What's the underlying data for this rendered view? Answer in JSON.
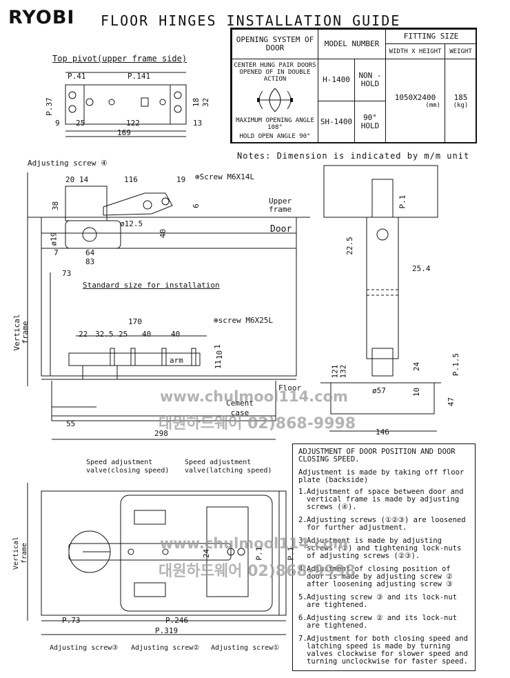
{
  "brand": "RYOBI",
  "title": "FLOOR HINGES INSTALLATION GUIDE",
  "spec_table": {
    "headers": {
      "opening_system": "OPENING SYSTEM OF DOOR",
      "model_number": "MODEL NUMBER",
      "fitting_size": "FITTING SIZE",
      "width_height": "WIDTH X HEIGHT",
      "weight": "WEIGHT"
    },
    "opening_desc": "CENTER HUNG PAIR DOORS OPENED OF IN DOUBLE ACTION",
    "max_angle": "MAXIMUM OPENING ANGLE 108°",
    "hold_angle": "HOLD OPEN ANGLE 90°",
    "rows": [
      {
        "model": "H-1400",
        "type": "NON -HOLD"
      },
      {
        "model": "SH-1400",
        "type": "90° HOLD"
      }
    ],
    "size": "1050X2400",
    "size_unit": "(mm)",
    "weight": "185",
    "weight_unit": "(kg)"
  },
  "notes": "Notes: Dimension is indicated by m/m unit",
  "top_pivot": {
    "title": "Top pivot(upper frame side)",
    "dims": [
      "P.41",
      "P.141",
      "P.37",
      "18",
      "32",
      "9",
      "25",
      "122",
      "13",
      "169"
    ]
  },
  "side_view": {
    "adjusting_screw_4": "Adjusting screw ④",
    "screw_m6x14l": "⊕Screw M6X14L",
    "screw_m6x25l": "⊕screw M6X25L",
    "upper_frame": "Upper frame",
    "door": "Door",
    "vertical_frame": "Vertical frame",
    "standard_size": "Standard size for installation",
    "arm": "arm",
    "floor": "Floor",
    "cement_case": "Cement case",
    "dims_top": [
      "20",
      "14",
      "116",
      "19",
      "6",
      "38",
      "40",
      "ø12.5",
      "ø19",
      "7",
      "64",
      "83",
      "73"
    ],
    "dims_bottom": [
      "170",
      "22",
      "32.5",
      "25",
      "40",
      "40",
      "1",
      "10",
      "11",
      "55",
      "298"
    ]
  },
  "section_view": {
    "dims": [
      "P.1",
      "22.5",
      "25.4",
      "P.1.5",
      "24",
      "10",
      "47",
      "121",
      "132",
      "ø57",
      "146"
    ]
  },
  "plan_view": {
    "speed_closing": "Speed adjustment valve(closing speed)",
    "speed_latching": "Speed adjustment valve(latching speed)",
    "vertical_frame": "Vertical frame",
    "dims": [
      "P.73",
      "P.246",
      "P.319",
      "24",
      "P.1",
      "P.1"
    ],
    "screw_3": "Adjusting screw③",
    "screw_2": "Adjusting screw②",
    "screw_1": "Adjusting screw①"
  },
  "adjustment": {
    "heading": "ADJUSTMENT OF DOOR POSITION AND DOOR CLOSING SPEED.",
    "intro": "Adjustment is made by taking off floor plate (backside)",
    "steps": [
      "Adjustment of space between door and vertical frame is made by adjusting screws (④).",
      "Adjusting screws (①②③) are loosened for further adjustment.",
      "Adjustment is made by adjusting screws (①) and tightening lock-nuts of adjusting screws (②③).",
      "Adjustment of closing position of door is made by adjusting screw ② after loosening adjusting screw ③",
      "Adjusting screw ③ and its lock-nut are tightened.",
      "Adjusting screw ② and its lock-nut are tightened.",
      "Adjustment for both closing speed and latching speed is made by turning valves clockwise for slower speed and turning unclockwise for faster speed."
    ]
  },
  "watermark": {
    "url": "www.chulmool114.com",
    "phone": "대원하드웨어 02)868-9998"
  }
}
